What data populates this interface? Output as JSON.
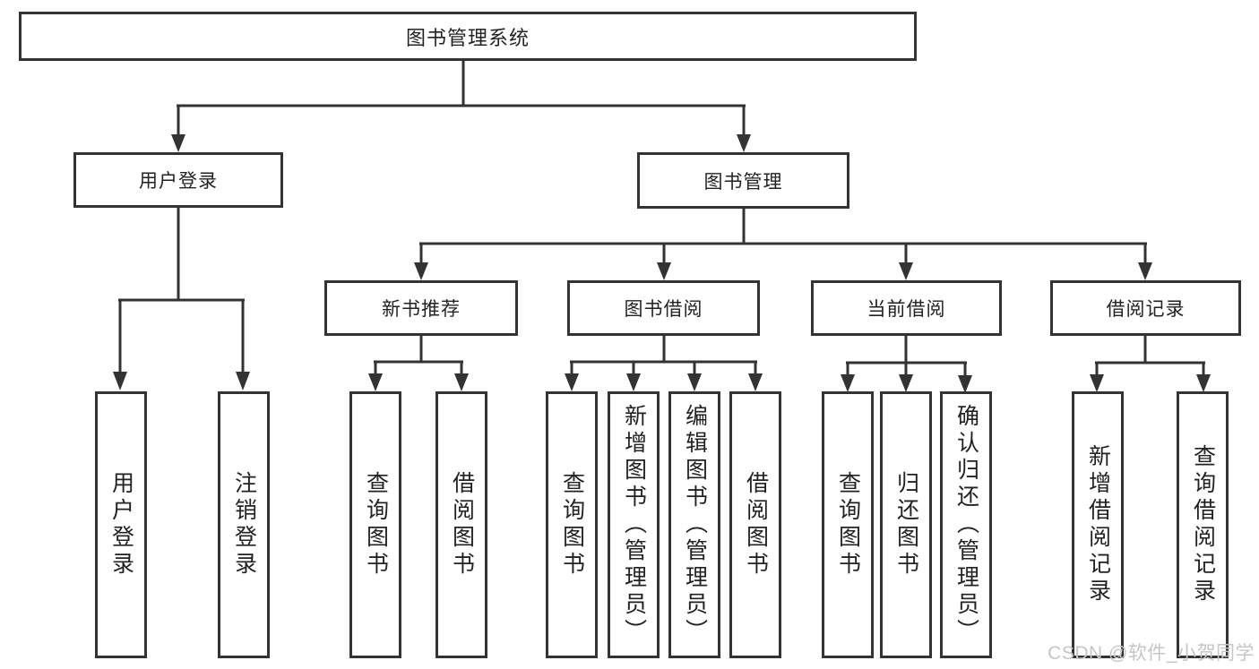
{
  "nodes": {
    "root": "图书管理系统",
    "user_login": "用户登录",
    "book_management": "图书管理",
    "new_book_recommendation": "新书推荐",
    "book_borrowing": "图书借阅",
    "current_borrowing": "当前借阅",
    "borrowing_records": "借阅记录",
    "user_login_children": [
      "用户登录",
      "注销登录"
    ],
    "new_book_children": [
      "查询图书",
      "借阅图书"
    ],
    "book_borrowing_children": [
      "查询图书",
      "新增图书（管理员）",
      "编辑图书（管理员）",
      "借阅图书"
    ],
    "current_borrowing_children": [
      "查询图书",
      "归还图书",
      "确认归还（管理员）"
    ],
    "borrowing_records_children": [
      "新增借阅记录",
      "查询借阅记录"
    ]
  },
  "watermark": {
    "text": "CSDN @软件_小贺同学"
  },
  "colors": {
    "line": "#333333",
    "text": "#222222",
    "background": "#ffffff",
    "watermark": "#c6c6c6"
  }
}
